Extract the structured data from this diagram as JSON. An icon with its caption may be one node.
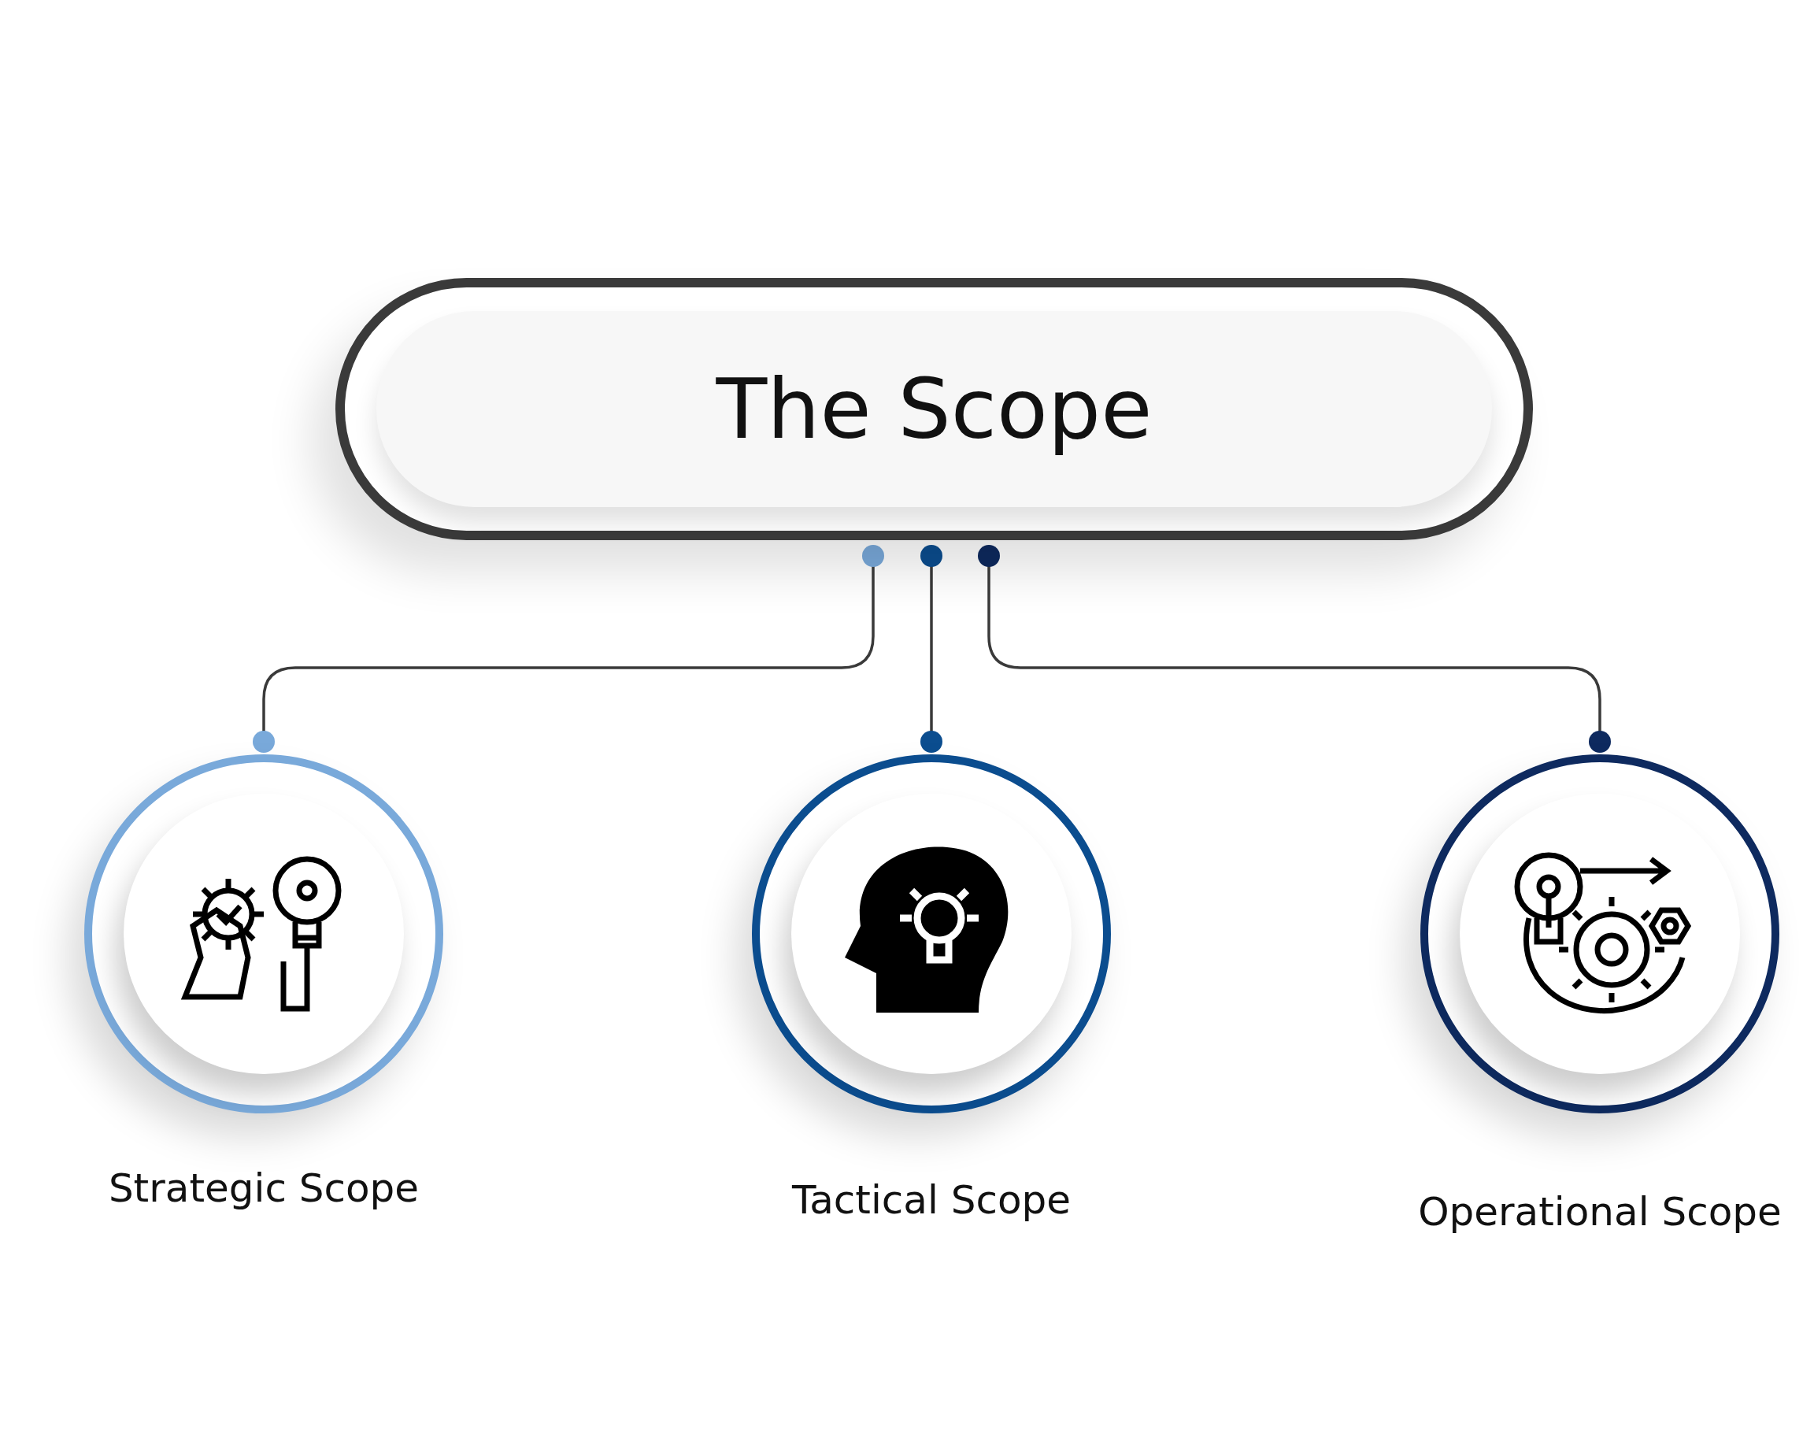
{
  "diagram": {
    "nodes": [
      {
        "text": [
          "The Scope"
        ]
      },
      {
        "text": [
          "Strategic Scope"
        ]
      },
      {
        "text": [
          "Tactical Scope"
        ]
      },
      {
        "text": [
          "Operational Scope"
        ]
      }
    ],
    "edges": [
      {
        "from": 0,
        "to": 1,
        "arrow": "other"
      },
      {
        "from": 0,
        "to": 2,
        "arrow": "other"
      },
      {
        "from": 0,
        "to": 3,
        "arrow": "other"
      }
    ]
  }
}
